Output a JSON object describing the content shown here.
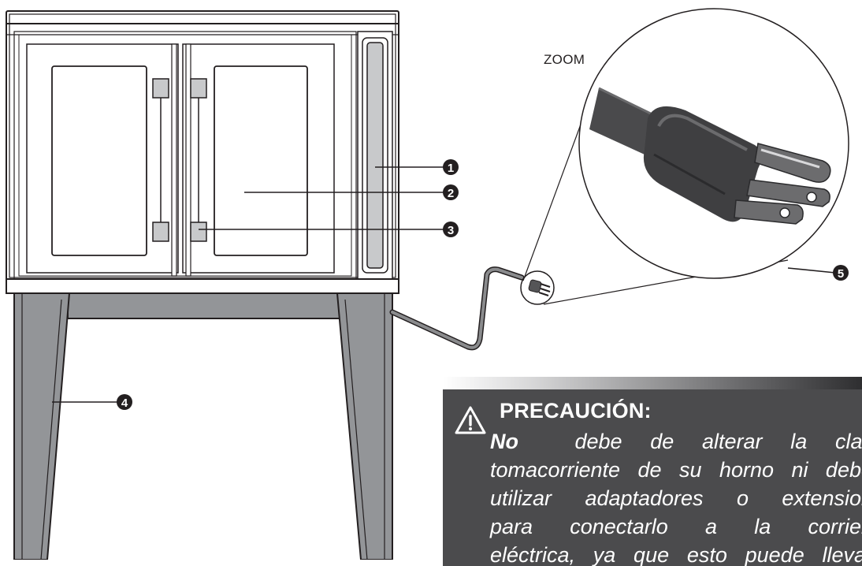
{
  "zoom_label": "ZOOM",
  "callouts": [
    "1",
    "2",
    "3",
    "4",
    "5"
  ],
  "caution": {
    "title": "PRECAUCIÓN:",
    "body_bold": "No",
    "body_line1": "debe de alterar la clav",
    "body_line2": "tomacorriente de su horno ni debe",
    "body_line3": "utilizar adaptadores o extension",
    "body_line4": "para conectarlo a la corrien",
    "body_line5": "eléctrica, ya que esto puede llevar"
  },
  "colors": {
    "outline": "#231f20",
    "leg_fill": "#939598",
    "panel_fill": "#c8c9cb",
    "caution_bg": "#4b4b4d",
    "cord": "#5a5a5c"
  },
  "icons": [
    "warning-triangle-icon",
    "plug-icon"
  ]
}
